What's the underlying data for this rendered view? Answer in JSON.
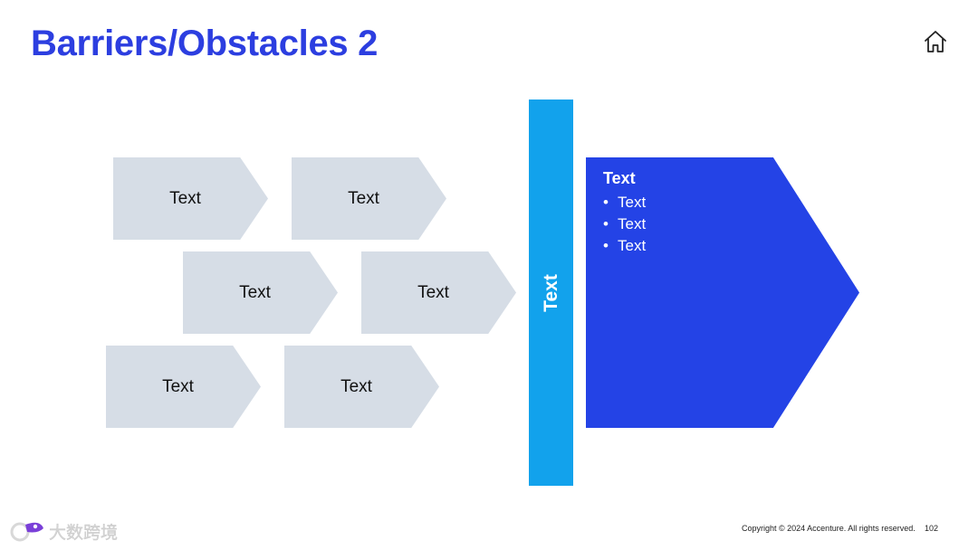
{
  "slide": {
    "title": "Barriers/Obstacles 2",
    "home_icon": "home-icon"
  },
  "arrows": [
    {
      "label": "Text"
    },
    {
      "label": "Text"
    },
    {
      "label": "Text"
    },
    {
      "label": "Text"
    },
    {
      "label": "Text"
    },
    {
      "label": "Text"
    }
  ],
  "barrier": {
    "label": "Text"
  },
  "outcome": {
    "title": "Text",
    "bullets": [
      "Text",
      "Text",
      "Text"
    ]
  },
  "footer": {
    "copyright": "Copyright © 2024 Accenture. All rights reserved.",
    "page_number": "102"
  },
  "watermark": {
    "text": "大数跨境"
  },
  "colors": {
    "title": "#2c3ee0",
    "arrow_fill": "#d6dde6",
    "barrier": "#12a2ec",
    "outcome": "#2443e6"
  }
}
